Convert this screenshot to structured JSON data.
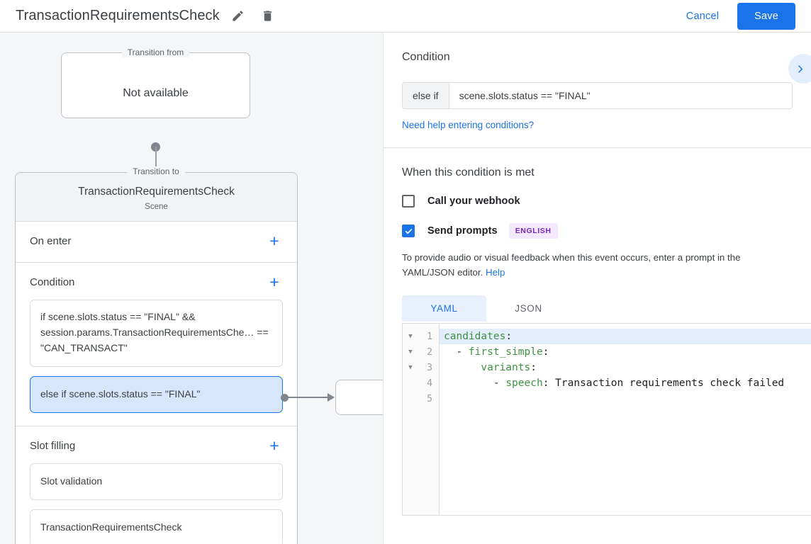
{
  "topbar": {
    "title": "TransactionRequirementsCheck",
    "edit_icon": "pencil-icon",
    "delete_icon": "trash-icon",
    "cancel_label": "Cancel",
    "save_label": "Save",
    "accent_color": "#1a73e8"
  },
  "canvas": {
    "transition_from": {
      "legend": "Transition from",
      "text": "Not available"
    },
    "transition_to": {
      "legend": "Transition to",
      "title": "TransactionRequirementsCheck",
      "subtitle": "Scene"
    },
    "sections": [
      {
        "title": "On enter",
        "add_label": "+",
        "items": []
      },
      {
        "title": "Condition",
        "add_label": "+",
        "items": [
          {
            "text": "if scene.slots.status == \"FINAL\" && session.params.TransactionRequirementsChe… == \"CAN_TRANSACT\"",
            "selected": false
          },
          {
            "text": "else if scene.slots.status == \"FINAL\"",
            "selected": true
          }
        ]
      },
      {
        "title": "Slot filling",
        "add_label": "+",
        "items": [
          {
            "text": "Slot validation",
            "selected": false
          },
          {
            "text": "TransactionRequirementsCheck",
            "selected": false
          }
        ]
      }
    ]
  },
  "panel": {
    "expand_icon": "chevron-right-icon",
    "condition": {
      "heading": "Condition",
      "key": "else if",
      "value": "scene.slots.status == \"FINAL\"",
      "help_link": "Need help entering conditions?"
    },
    "when_met": {
      "heading": "When this condition is met",
      "webhook": {
        "label": "Call your webhook",
        "checked": false
      },
      "send_prompts": {
        "label": "Send prompts",
        "checked": true,
        "badge": "ENGLISH",
        "badge_bg": "#f3e8fd",
        "badge_fg": "#7627bb"
      },
      "hint_text": "To provide audio or visual feedback when this event occurs, enter a prompt in the YAML/JSON editor. ",
      "hint_link": "Help"
    },
    "editor": {
      "tabs": [
        {
          "label": "YAML",
          "active": true
        },
        {
          "label": "JSON",
          "active": false
        }
      ],
      "lines": [
        {
          "num": "1",
          "fold": true,
          "highlighted": true,
          "key": "candidates",
          "indent": "",
          "rest": ":"
        },
        {
          "num": "2",
          "fold": true,
          "highlighted": false,
          "key": "first_simple",
          "indent": "  - ",
          "rest": ":"
        },
        {
          "num": "3",
          "fold": true,
          "highlighted": false,
          "key": "variants",
          "indent": "      ",
          "rest": ":"
        },
        {
          "num": "4",
          "fold": false,
          "highlighted": false,
          "key": "speech",
          "indent": "        - ",
          "rest": ": Transaction requirements check failed"
        },
        {
          "num": "5",
          "fold": false,
          "highlighted": false,
          "key": "",
          "indent": "",
          "rest": ""
        }
      ]
    }
  }
}
